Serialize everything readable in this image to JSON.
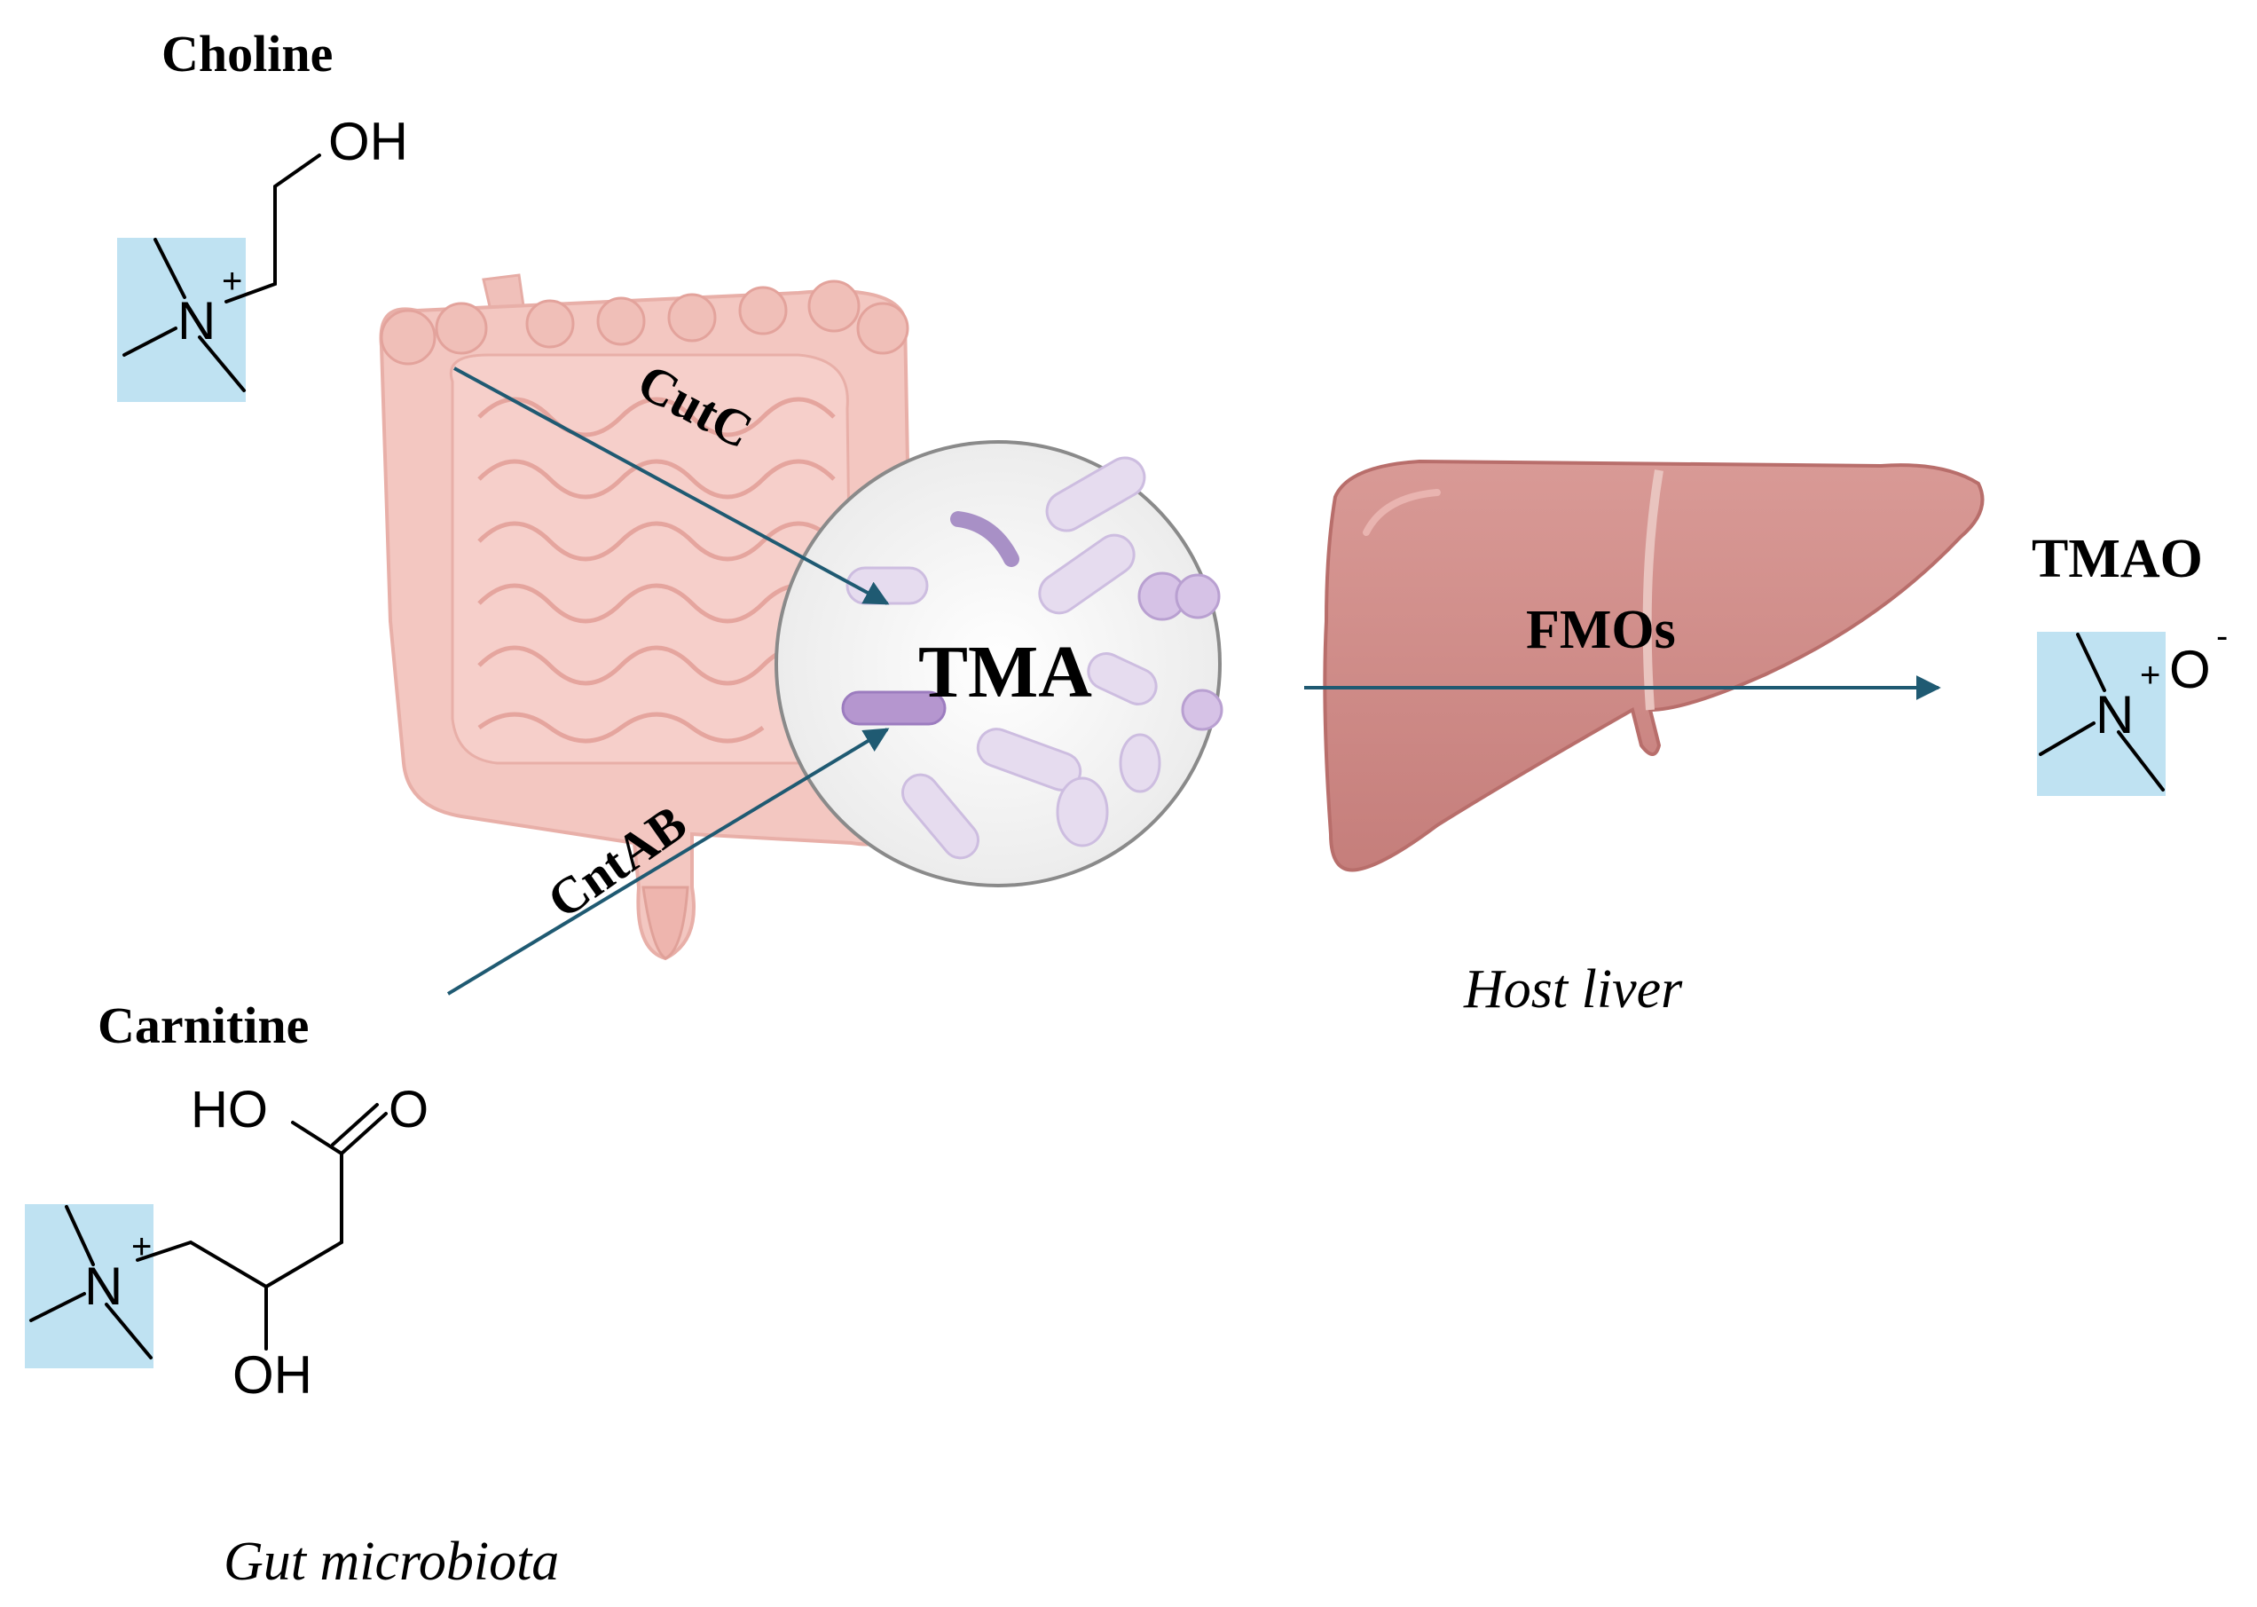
{
  "labels": {
    "choline": "Choline",
    "carnitine": "Carnitine",
    "tmao": "TMAO",
    "tma": "TMA",
    "fmos": "FMOs",
    "cutc": "CutC",
    "cntab": "CntAB",
    "host_liver": "Host liver",
    "gut_microbiota": "Gut microbiota"
  },
  "chem": {
    "choline_oh": "OH",
    "choline_n": "N",
    "choline_charge": "+",
    "carnitine_ho": "HO",
    "carnitine_o": "O",
    "carnitine_n": "N",
    "carnitine_charge": "+",
    "carnitine_oh": "OH",
    "tmao_n": "N",
    "tmao_charge": "+",
    "tmao_o": "O",
    "tmao_minus": "-"
  },
  "colors": {
    "arrow": "#1f5a72",
    "highlight": "#bfe2f2",
    "intestine": "#f2c4bf",
    "liver": "#cf8b88",
    "bacteria": "#d6c6e2"
  }
}
